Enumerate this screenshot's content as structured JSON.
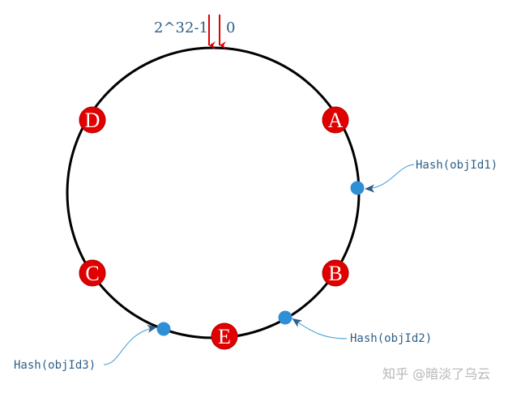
{
  "ring": {
    "wrap_start_label": "2^32-1",
    "wrap_end_label": "0",
    "arrow_color": "#e00000",
    "line_color": "#000000"
  },
  "server_nodes": [
    {
      "id": "A",
      "label": "A"
    },
    {
      "id": "B",
      "label": "B"
    },
    {
      "id": "C",
      "label": "C"
    },
    {
      "id": "D",
      "label": "D"
    },
    {
      "id": "E",
      "label": "E"
    }
  ],
  "node_color": "#e00000",
  "object_color": "#2f8fd6",
  "objects": [
    {
      "id": "obj1",
      "label": "Hash(objId1)"
    },
    {
      "id": "obj2",
      "label": "Hash(objId2)"
    },
    {
      "id": "obj3",
      "label": "Hash(objId3)"
    }
  ],
  "watermark": "知乎 @暗淡了乌云"
}
